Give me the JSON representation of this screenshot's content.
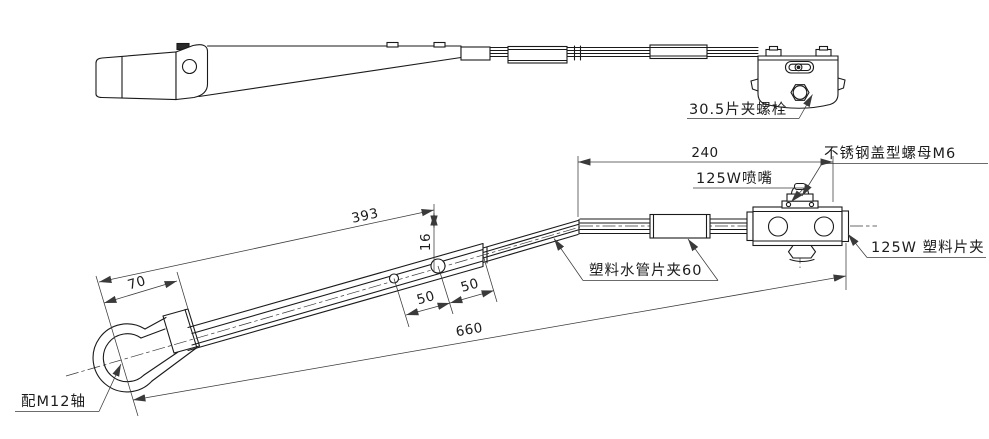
{
  "drawing": {
    "type": "engineering-drawing",
    "subject": "wiper arm assembly, two orthographic views"
  },
  "annotations": {
    "clip_bolt": {
      "text": "30.5片夹螺栓"
    },
    "cap_nut": {
      "text": "不锈钢盖型螺母M6"
    },
    "nozzle": {
      "text": "125W喷嘴"
    },
    "plastic_clip": {
      "text": "125W 塑料片夹"
    },
    "pipe_clip": {
      "text": "塑料水管片夹60"
    },
    "shaft": {
      "text": "配M12轴"
    }
  },
  "dimensions": {
    "overall_length": "660",
    "arm_length": "393",
    "tip_section": "240",
    "head_to_collar": "70",
    "hole_spacing_1": "50",
    "hole_spacing_2": "50",
    "bend_offset": "16"
  },
  "colors": {
    "line": "#1a1a1a",
    "thin_line": "#3a3a3a",
    "background": "#ffffff"
  }
}
